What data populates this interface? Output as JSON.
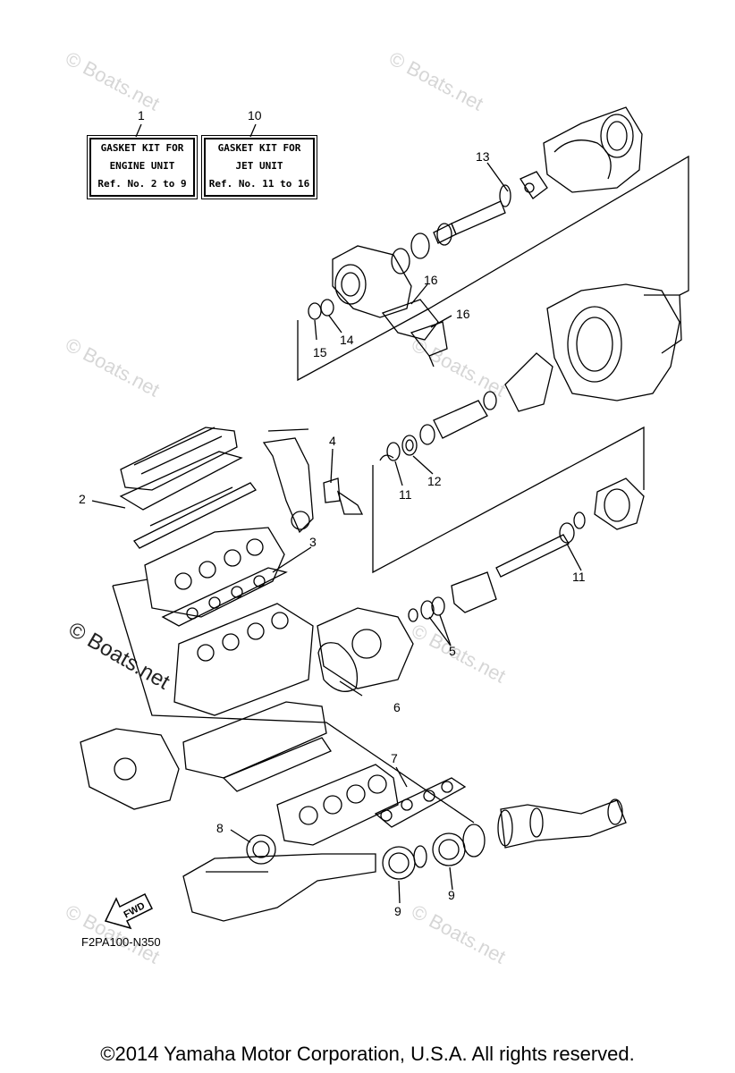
{
  "kits": [
    {
      "ref": "1",
      "line1": "GASKET KIT FOR",
      "line2": "ENGINE UNIT",
      "line3": "Ref. No. 2 to 9"
    },
    {
      "ref": "10",
      "line1": "GASKET KIT FOR",
      "line2": "JET UNIT",
      "line3": "Ref. No. 11 to 16"
    }
  ],
  "callouts": {
    "c2": "2",
    "c3": "3",
    "c4": "4",
    "c5": "5",
    "c6": "6",
    "c7": "7",
    "c8": "8",
    "c9a": "9",
    "c9b": "9",
    "c11a": "11",
    "c11b": "11",
    "c12": "12",
    "c13": "13",
    "c14": "14",
    "c15": "15",
    "c16a": "16",
    "c16b": "16"
  },
  "fwd_label": "FWD",
  "figure_code": "F2PA100-N350",
  "watermark": "© Boats.net",
  "copyright": "©2014 Yamaha Motor Corporation, U.S.A. All rights reserved."
}
